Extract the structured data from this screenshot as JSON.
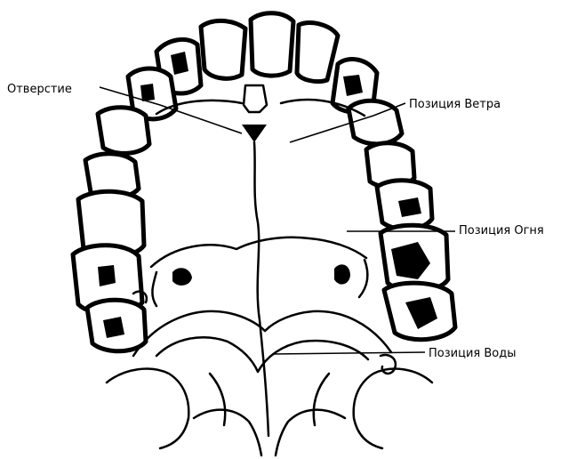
{
  "labels": {
    "aperture": "Отверстие",
    "wind": "Позиция Ветра",
    "fire": "Позиция Огня",
    "water": "Позиция Воды"
  }
}
